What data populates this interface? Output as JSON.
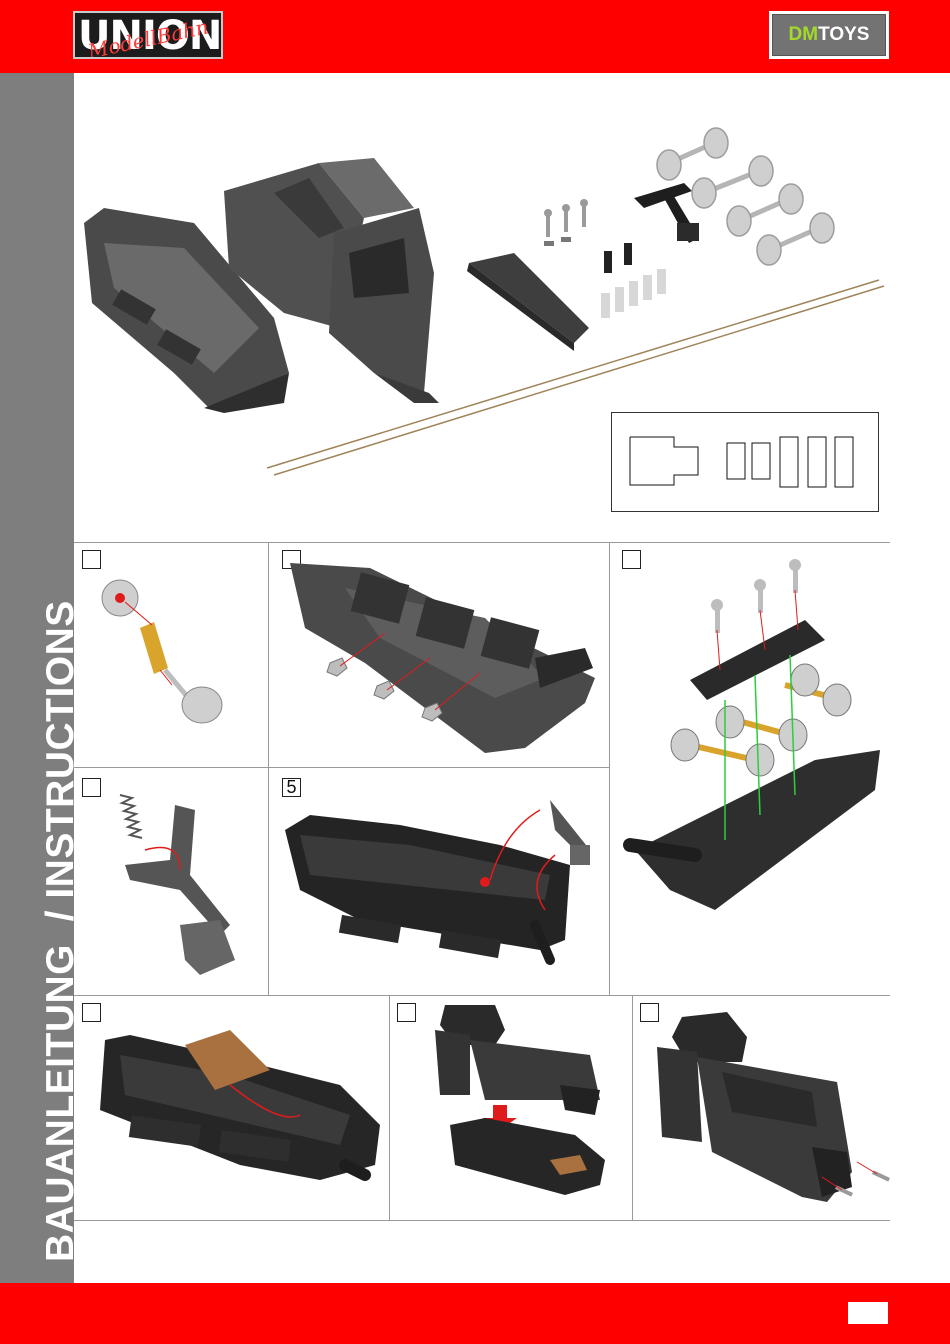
{
  "header": {
    "union_logo": {
      "word": "UNION",
      "script": "ModellBahn"
    },
    "dmtoys_logo": {
      "dm": "DM",
      "toys": "TOYS"
    }
  },
  "sidebar": {
    "title": "BAUANLEITUNG  / INSTRUCTIONS"
  },
  "steps": [
    {
      "id": "step-1",
      "label": ""
    },
    {
      "id": "step-2",
      "label": ""
    },
    {
      "id": "step-3",
      "label": ""
    },
    {
      "id": "step-4",
      "label": ""
    },
    {
      "id": "step-5",
      "label": "5"
    },
    {
      "id": "step-6",
      "label": ""
    },
    {
      "id": "step-7",
      "label": ""
    },
    {
      "id": "step-8",
      "label": ""
    }
  ],
  "colors": {
    "brand_red": "#fe0000",
    "sidebar_gray": "#7e7e7e",
    "part_dark": "#3d3d3d",
    "part_light": "#cfcfcf",
    "brass": "#d9a42b",
    "copper": "#a8713f",
    "arrow_red": "#e01b1b",
    "arrow_green": "#2ecc40"
  },
  "icons": [
    "chassis-part-icon",
    "body-part-icon",
    "wheelset-icon",
    "screw-icon",
    "coupling-icon",
    "spring-icon",
    "wire-rod-icon",
    "decal-sheet-icon"
  ]
}
